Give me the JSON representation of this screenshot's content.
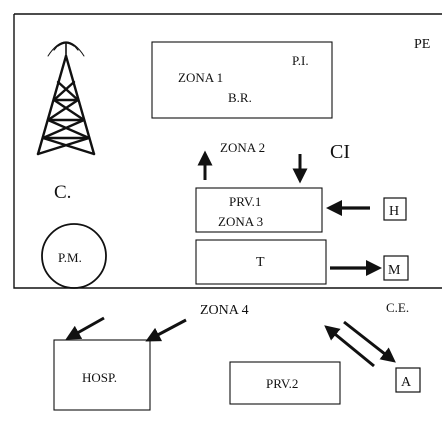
{
  "labels": {
    "pe": "PE",
    "zona1": "ZONA 1",
    "pi": "P.I.",
    "br": "B.R.",
    "zona2": "ZONA 2",
    "ci": "CI",
    "c_left": "C.",
    "prv1": "PRV.1",
    "zona3": "ZONA 3",
    "h": "H",
    "pm": "P.M.",
    "t": "T",
    "m": "M",
    "zona4": "ZONA 4",
    "ce": "C.E.",
    "a": "A",
    "hosp": "HOSP.",
    "prv2": "PRV.2"
  },
  "icons": {
    "tower": "radio-tower-icon"
  },
  "colors": {
    "ink": "#111111",
    "paper": "#ffffff"
  }
}
